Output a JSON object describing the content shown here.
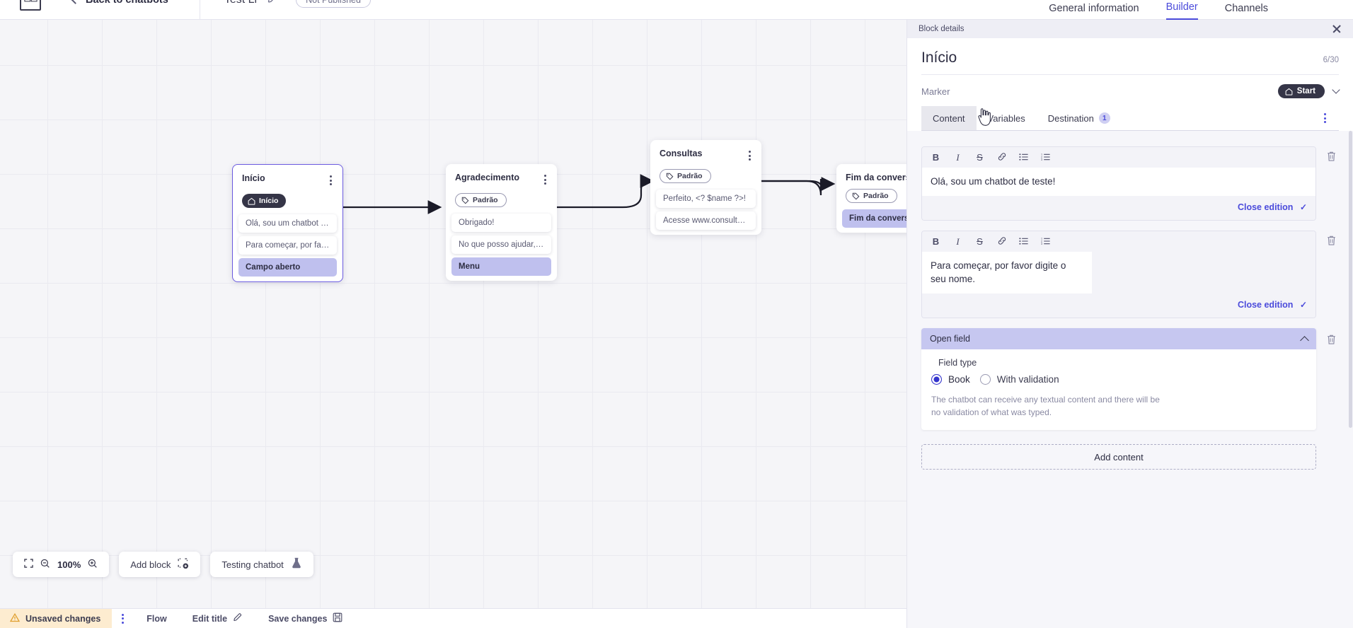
{
  "header": {
    "logo_icon": "app-logo-icon",
    "back_label": "Back to chatbots",
    "back_icon": "chevron-left-icon",
    "bot_title": "Test Li",
    "edit_icon": "pencil-icon",
    "publish_badge": "Not Published",
    "tabs": [
      {
        "label": "General information",
        "active": false
      },
      {
        "label": "Builder",
        "active": true
      },
      {
        "label": "Channels",
        "active": false
      }
    ]
  },
  "canvas": {
    "zoom": "100%",
    "fit_icon": "fit-screen-icon",
    "zoom_out_icon": "zoom-out-icon",
    "zoom_in_icon": "zoom-in-icon",
    "add_block_label": "Add block",
    "add_block_icon": "add-block-icon",
    "testing_label": "Testing chatbot",
    "testing_icon": "flask-icon",
    "nodes": [
      {
        "id": "inicio",
        "title": "Início",
        "tag": "Início",
        "tag_type": "start",
        "tag_icon": "home-icon",
        "selected": true,
        "messages": [
          {
            "text": "Olá, sou um chatbot de teste!",
            "highlight": false
          },
          {
            "text": "Para começar, por favor digite o ...",
            "highlight": false
          },
          {
            "text": "Campo aberto",
            "highlight": true
          }
        ]
      },
      {
        "id": "agradecimento",
        "title": "Agradecimento",
        "tag": "Padrão",
        "tag_type": "default",
        "tag_icon": "tag-icon",
        "selected": false,
        "messages": [
          {
            "text": "Obrigado!",
            "highlight": false
          },
          {
            "text": "No que posso ajudar, <? $name ...",
            "highlight": false
          },
          {
            "text": "Menu",
            "highlight": true
          }
        ]
      },
      {
        "id": "consultas",
        "title": "Consultas",
        "tag": "Padrão",
        "tag_type": "default",
        "tag_icon": "tag-icon",
        "selected": false,
        "messages": [
          {
            "text": "Perfeito, <? $name ?>!",
            "highlight": false
          },
          {
            "text": "Acesse www.consultas.com par...",
            "highlight": false
          }
        ]
      },
      {
        "id": "fim",
        "title": "Fim da conversa",
        "tag": "Padrão",
        "tag_type": "default",
        "tag_icon": "tag-icon",
        "selected": false,
        "messages": [
          {
            "text": "Fim da conversa",
            "highlight": true
          }
        ]
      }
    ]
  },
  "statusbar": {
    "unsaved_label": "Unsaved changes",
    "warning_icon": "warning-triangle-icon",
    "kebab_icon": "more-vertical-icon",
    "flow_label": "Flow",
    "edit_title_label": "Edit title",
    "edit_title_icon": "pencil-icon",
    "save_label": "Save changes",
    "save_icon": "save-disk-icon"
  },
  "panel": {
    "topbar_label": "Block details",
    "close_icon": "close-icon",
    "title": "Início",
    "counter": "6/30",
    "marker_label": "Marker",
    "marker_value": "Start",
    "marker_icon": "home-icon",
    "marker_chevron": "chevron-down-icon",
    "tabs": [
      {
        "label": "Content",
        "active": true,
        "count": ""
      },
      {
        "label": "Variables",
        "active": false,
        "count": ""
      },
      {
        "label": "Destination",
        "active": false,
        "count": "1"
      }
    ],
    "tabs_kebab_icon": "more-vertical-icon",
    "editor_toolbar": [
      {
        "glyph": "B",
        "name": "bold-icon"
      },
      {
        "glyph": "I",
        "name": "italic-icon"
      },
      {
        "glyph": "S",
        "name": "strikethrough-icon"
      },
      {
        "glyph": "🔗",
        "name": "link-icon"
      },
      {
        "glyph": "☰",
        "name": "bullet-list-icon"
      },
      {
        "glyph": "☷",
        "name": "numbered-list-icon"
      }
    ],
    "contents": [
      {
        "text": "Olá, sou um chatbot de teste!",
        "close_label": "Close edition",
        "check_icon": "check-icon",
        "delete_icon": "trash-icon"
      },
      {
        "text": "Para começar, por favor digite o seu nome.",
        "close_label": "Close edition",
        "check_icon": "check-icon",
        "delete_icon": "trash-icon"
      }
    ],
    "open_field": {
      "title": "Open field",
      "collapse_icon": "chevron-up-icon",
      "delete_icon": "trash-icon",
      "field_type_label": "Field type",
      "options": [
        {
          "label": "Book",
          "selected": true
        },
        {
          "label": "With validation",
          "selected": false
        }
      ],
      "description": "The chatbot can receive any textual content and there will be no validation of what was typed."
    },
    "add_content_label": "Add content"
  },
  "colors": {
    "accent": "#4b4bdb",
    "node_selected": "#6a5ae0",
    "highlight": "#bfc0ee",
    "warning_bg": "#fdecd0",
    "panel_bg": "#f6f6fa",
    "radio_on": "#3333cc"
  }
}
